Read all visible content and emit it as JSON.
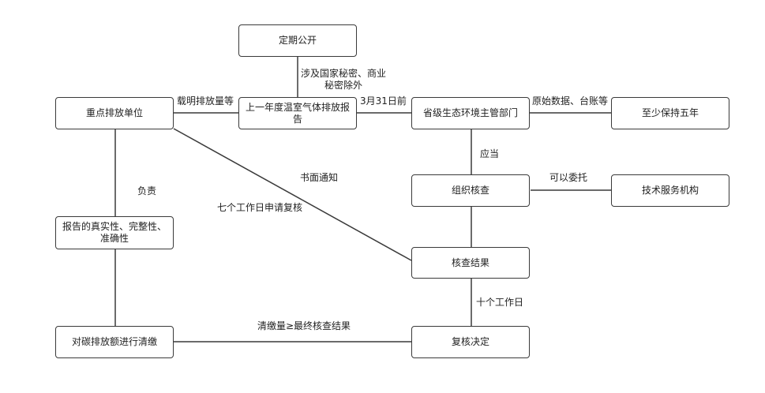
{
  "nodes": {
    "public": "定期公开",
    "report": "上一年度温室气体排放报告",
    "key_unit": "重点排放单位",
    "env_dept": "省级生态环境主管部门",
    "retain": "至少保持五年",
    "verify": "组织核查",
    "tech_org": "技术服务机构",
    "truth": "报告的真实性、完整性、准确性",
    "result": "核查结果",
    "settle": "对碳排放额进行清缴",
    "review": "复核决定"
  },
  "labels": {
    "secret": "涉及国家秘密、商业秘密除外",
    "contains": "载明排放量等",
    "deadline": "3月31日前",
    "raw_data": "原始数据、台账等",
    "should": "应当",
    "entrust": "可以委托",
    "responsible": "负责",
    "written_notice": "书面通知",
    "seven_days": "七个工作日申请复核",
    "ten_days": "十个工作日",
    "settle_rule": "清缴量≥最终核查结果"
  }
}
